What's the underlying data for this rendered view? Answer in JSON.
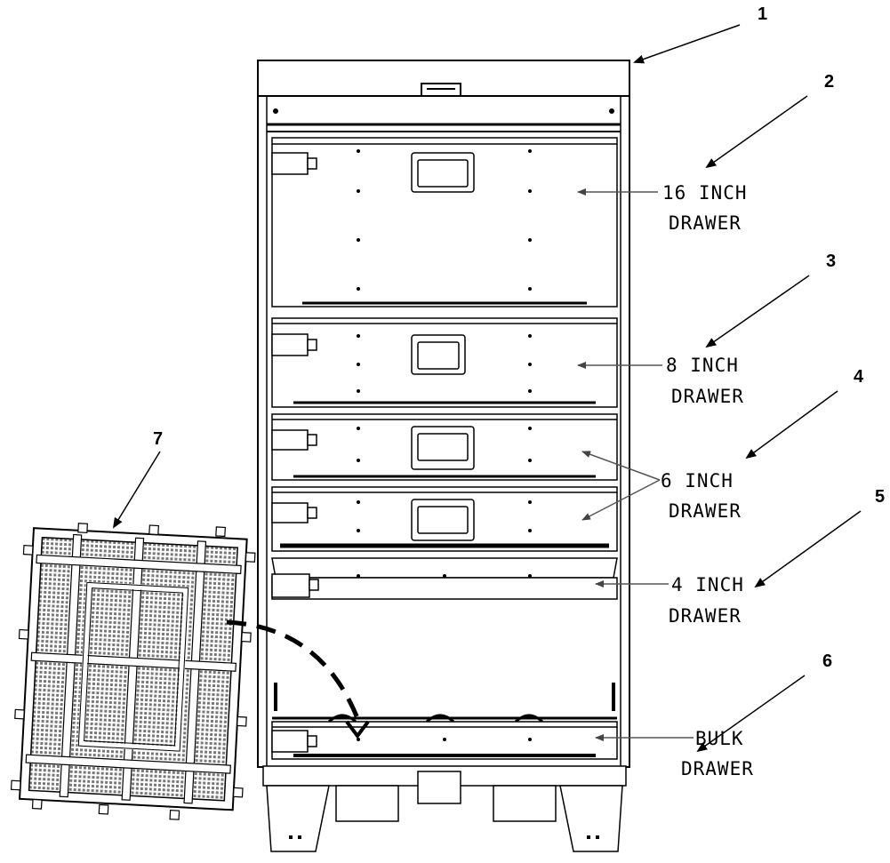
{
  "callouts": [
    {
      "id": "1",
      "label_lines": []
    },
    {
      "id": "2",
      "label_lines": [
        "16 INCH",
        "DRAWER"
      ]
    },
    {
      "id": "3",
      "label_lines": [
        "8 INCH",
        "DRAWER"
      ]
    },
    {
      "id": "4",
      "label_lines": [
        "6 INCH",
        "DRAWER"
      ]
    },
    {
      "id": "5",
      "label_lines": [
        "4 INCH",
        "DRAWER"
      ]
    },
    {
      "id": "6",
      "label_lines": [
        "BULK",
        "DRAWER"
      ]
    },
    {
      "id": "7",
      "label_lines": []
    }
  ],
  "colors": {
    "line": "#000000",
    "panel": "#ffffff",
    "mesh": "#555555"
  }
}
